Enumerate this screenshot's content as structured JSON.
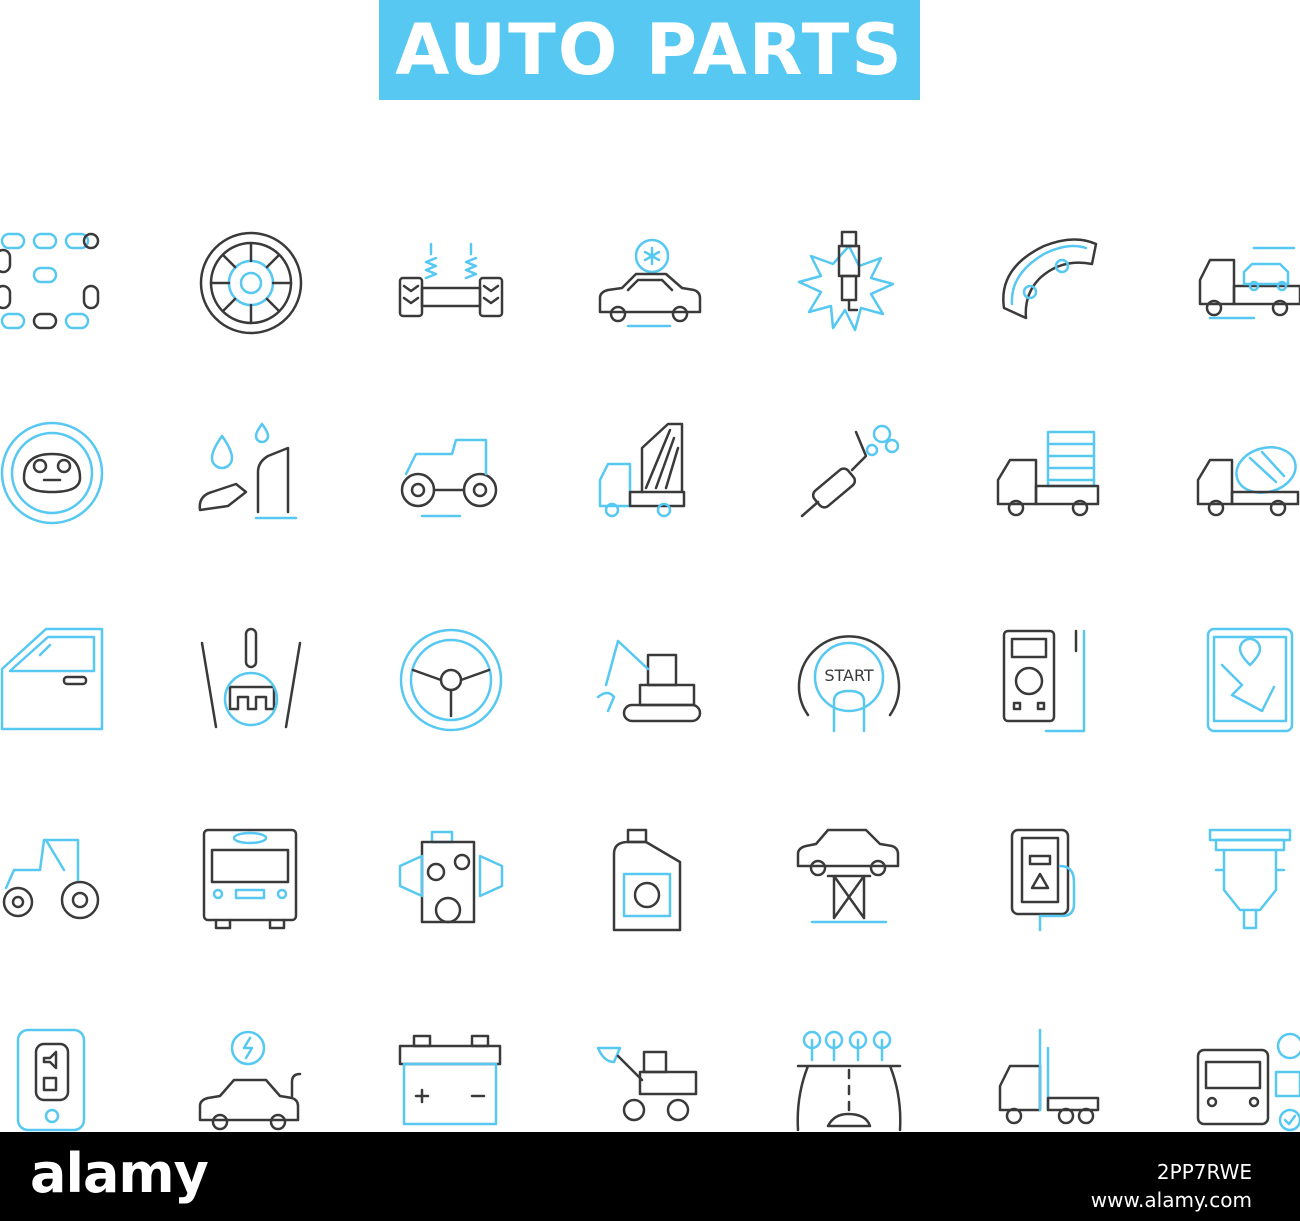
{
  "title": "AUTO PARTS",
  "colors": {
    "accent": "#56c8f2",
    "outline": "#3a3a3a",
    "footer_bg": "#000000"
  },
  "footer": {
    "logo": "alamy",
    "image_id": "2PP7RWE",
    "url": "www.alamy.com"
  },
  "icons": [
    "bike-chain-icon",
    "clutch-disc-icon",
    "suspension-icon",
    "car-ac-icon",
    "spark-plug-icon",
    "brake-pad-icon",
    "tow-truck-icon",
    "dashboard-gauge-icon",
    "fuel-pump-icon",
    "tractor-icon",
    "dump-truck-icon",
    "exhaust-muffler-icon",
    "cargo-truck-icon",
    "cement-mixer-icon",
    "car-door-icon",
    "gear-shift-icon",
    "steering-wheel-icon",
    "excavator-icon",
    "start-button-icon",
    "multimeter-icon",
    "tablet-map-icon",
    "farm-tractor-icon",
    "bus-front-icon",
    "engine-block-icon",
    "motor-oil-icon",
    "car-lift-icon",
    "phone-app-icon",
    "air-filter-icon",
    "car-key-fob-icon",
    "electric-car-icon",
    "car-battery-icon",
    "front-loader-icon",
    "road-trees-icon",
    "semi-truck-icon",
    "bus-stats-icon"
  ]
}
